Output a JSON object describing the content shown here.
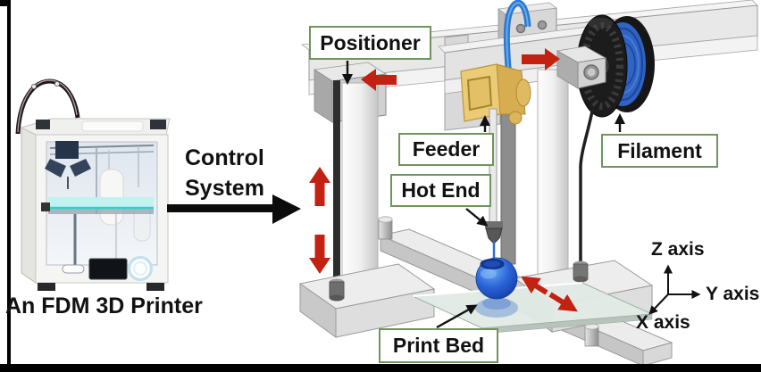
{
  "printer_panel": {
    "caption": "An FDM 3D Printer"
  },
  "control_system": {
    "line1": "Control",
    "line2": "System",
    "arrow_icon": "right-arrow"
  },
  "schematic": {
    "labels": {
      "positioner": "Positioner",
      "feeder": "Feeder",
      "hot_end": "Hot End",
      "filament": "Filament",
      "print_bed": "Print Bed"
    },
    "axes": {
      "z": "Z axis",
      "y": "Y axis",
      "x": "X axis"
    },
    "motion_arrow_icons": [
      "left-arrow",
      "right-arrow",
      "up-arrow",
      "down-arrow",
      "double-diagonal-arrow"
    ],
    "pointer_arrow_icons": [
      "down-arrow",
      "up-arrow",
      "down-right-arrow",
      "up-arrow",
      "up-right-arrow"
    ]
  },
  "colors": {
    "label_border_green": "#70945e",
    "motion_arrow_red": "#c32112",
    "filament_blue": "#2f63c4",
    "bowden_tube_blue": "#2a79cf",
    "printed_ball_blue": "#1d52c4",
    "feeder_gold": "#ecca74",
    "frame_gray": "#e7e7e7",
    "bed_glass_green": "#e0eae4",
    "text_black": "#111111",
    "border_black": "#000000"
  }
}
